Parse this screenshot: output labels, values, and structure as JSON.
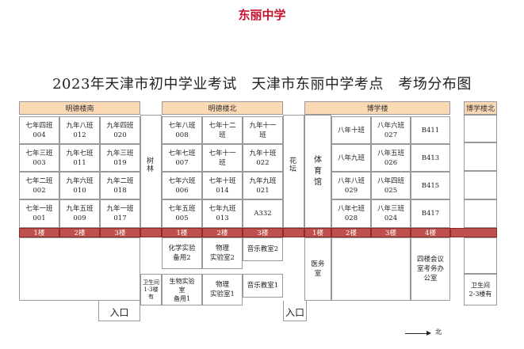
{
  "school_name": "东丽中学",
  "title": "2023年天津市初中学业考试　天津市东丽中学考点　考场分布图",
  "buildings": {
    "mingde_south": "明德楼南",
    "mingde_north": "明德楼北",
    "boxue": "博学楼",
    "boxue_north": "博学楼北"
  },
  "spaces": {
    "grove": "树林",
    "flower_bed": "花坛",
    "gym": "体\n育\n馆"
  },
  "rooms_mingde_south": [
    [
      "七年四班\n004",
      "九年八班\n012",
      "九年四班\n020"
    ],
    [
      "七年三班\n003",
      "九年七班\n011",
      "九年三班\n019"
    ],
    [
      "七年二班\n002",
      "九年六班\n010",
      "九年二班\n018"
    ],
    [
      "七年一班\n001",
      "九年五班\n009",
      "九年一班\n017"
    ]
  ],
  "rooms_mingde_north": [
    [
      "七年八班\n008",
      "七年十二\n班",
      "九年十一\n班"
    ],
    [
      "七年七班\n007",
      "七年十一\n班",
      "九年十班\n022"
    ],
    [
      "七年六班\n006",
      "七年十班\n014",
      "九年九班\n021"
    ],
    [
      "七年五班\n005",
      "七年九班\n013",
      "A332"
    ]
  ],
  "rooms_boxue": [
    [
      "八年十班",
      "八年六班\n027",
      "B411"
    ],
    [
      "八年九班",
      "八年五班\n026",
      "B413"
    ],
    [
      "八年八班\n029",
      "八年四班\n025",
      "B415"
    ],
    [
      "八年七班\n028",
      "八年三班\n024",
      "B417"
    ]
  ],
  "floors_south": [
    "1楼",
    "2楼",
    "3楼"
  ],
  "floors_north": [
    "1楼",
    "2楼",
    "3楼"
  ],
  "floors_boxue": [
    "1楼",
    "2楼",
    "3楼",
    "4楼"
  ],
  "labs": {
    "chem_lab2": "化学实验\n备用2",
    "physics_lab2": "物理\n实验室2",
    "music2": "音乐教室2",
    "restroom_left": "卫生间\n1-3楼\n有",
    "bio_lab1": "生物实验\n室\n备用1",
    "physics_lab1": "物理\n实验室1",
    "music1": "音乐教室1",
    "clinic": "医务\n室",
    "office": "四楼会议\n室考务办\n公室",
    "restroom_right": "卫生间\n2-3楼有"
  },
  "entrances": [
    "入口",
    "入口"
  ],
  "north_label": "北",
  "colors": {
    "header_bg": "#fbd9b5",
    "floor_bar": "#c0504d",
    "brand": "#c8102e"
  }
}
